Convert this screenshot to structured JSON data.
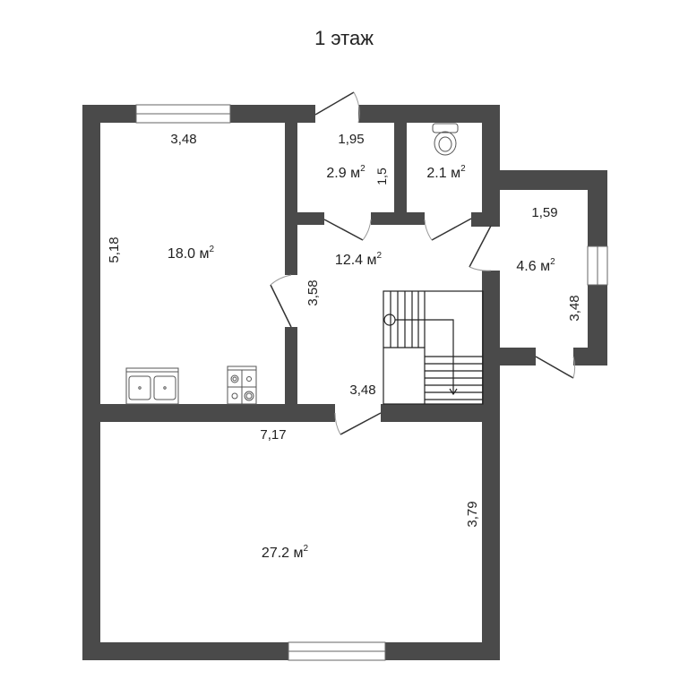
{
  "title": "1 этаж",
  "colors": {
    "wall": "#4a4a4a",
    "line": "#333333",
    "background": "#ffffff"
  },
  "rooms": [
    {
      "id": "kitchen",
      "area": "18.0 м²",
      "dims": [
        "3,48",
        "5,18"
      ]
    },
    {
      "id": "vestibule",
      "area": "2.9 м²",
      "dims": [
        "1,95",
        "1,5"
      ]
    },
    {
      "id": "wc",
      "area": "2.1 м²",
      "dims": []
    },
    {
      "id": "hall",
      "area": "12.4 м²",
      "dims": [
        "3,58",
        "3,48"
      ]
    },
    {
      "id": "side-room",
      "area": "4.6 м²",
      "dims": [
        "1,59",
        "3,48"
      ]
    },
    {
      "id": "living-room",
      "area": "27.2 м²",
      "dims": [
        "7,17",
        "3,79"
      ]
    }
  ],
  "labels": {
    "kitchen_width": "3,48",
    "kitchen_length": "5,18",
    "kitchen_area": "18.0 м",
    "vest_width": "1,95",
    "vest_length": "1,5",
    "vest_area": "2.9 м",
    "wc_area": "2.1 м",
    "hall_area": "12.4 м",
    "hall_length": "3,58",
    "hall_width": "3,48",
    "side_width": "1,59",
    "side_length": "3,48",
    "side_area": "4.6 м",
    "living_width": "7,17",
    "living_length": "3,79",
    "living_area": "27.2 м",
    "sup": "2"
  },
  "fixtures": [
    "double-sink",
    "stove",
    "toilet",
    "staircase"
  ]
}
